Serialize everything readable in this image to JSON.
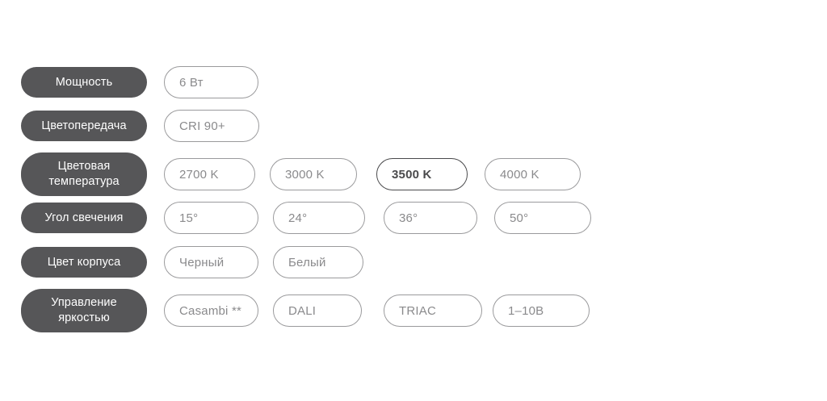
{
  "page": {
    "background": "#ffffff",
    "label_pill_color": "#565658",
    "label_text_color": "#ffffff",
    "chip_border_color": "#9a9a9c",
    "chip_text_color": "#8a8a8c",
    "chip_selected_color": "#4a4a4c"
  },
  "rows": [
    {
      "label": "Мощность",
      "options": [
        {
          "value": "6 Вт",
          "selected": false
        }
      ]
    },
    {
      "label": "Цветопередача",
      "options": [
        {
          "value": "CRI 90+",
          "selected": false
        }
      ]
    },
    {
      "label_line1": "Цветовая",
      "label_line2": "температура",
      "options": [
        {
          "value": "2700 K",
          "selected": false
        },
        {
          "value": "3000 K",
          "selected": false
        },
        {
          "value": "3500 K",
          "selected": true
        },
        {
          "value": "4000 K",
          "selected": false
        }
      ]
    },
    {
      "label": "Угол свечения",
      "options": [
        {
          "value": "15°",
          "selected": false
        },
        {
          "value": "24°",
          "selected": false
        },
        {
          "value": "36°",
          "selected": false
        },
        {
          "value": "50°",
          "selected": false
        }
      ]
    },
    {
      "label": "Цвет корпуса",
      "options": [
        {
          "value": "Черный",
          "selected": false
        },
        {
          "value": "Белый",
          "selected": false
        }
      ]
    },
    {
      "label_line1": "Управление",
      "label_line2": "яркостью",
      "options": [
        {
          "value": "Casambi **",
          "selected": false
        },
        {
          "value": "DALI",
          "selected": false
        },
        {
          "value": "TRIAC",
          "selected": false
        },
        {
          "value": "1–10В",
          "selected": false
        }
      ]
    }
  ]
}
